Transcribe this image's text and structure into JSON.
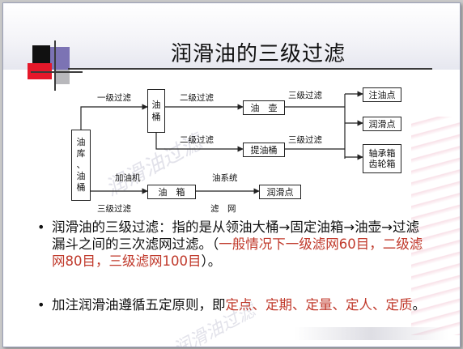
{
  "title": "润滑油的三级过滤",
  "watermark": "润滑油过滤",
  "diagram": {
    "nodes": {
      "oil_depot": [
        "油",
        "库",
        "、",
        "油",
        "桶"
      ],
      "oil_barrel": [
        "油",
        "桶"
      ],
      "oil_pot": "油　壶",
      "lift_barrel": "提油桶",
      "oil_tank": "油　箱",
      "lube_point_bottom": "润滑点",
      "injection_point": "注油点",
      "lube_point_right": "润滑点",
      "bearing_box": [
        "轴承箱",
        "齿轮箱"
      ]
    },
    "labels": {
      "first_filter": "一级过滤",
      "second_filter_top": "二级过滤",
      "third_filter_top": "三级过滤",
      "second_filter_mid": "二级过滤",
      "third_filter_mid": "三级过滤",
      "refuel_machine": "加油机",
      "oil_system": "油系统",
      "third_filter_bottom": "三级过滤",
      "filter_screen": "滤　网"
    }
  },
  "bullets": [
    {
      "dot": "•",
      "part1": "润滑油的三级过滤：指的是从领油大桶→固定油箱→油壶→过滤漏斗之间的三次滤网过滤。（",
      "highlight": "一般情况下一级滤网60目，二级滤网80目，三级滤网100目",
      "part2": "）。"
    },
    {
      "dot": "•",
      "part1": "加注润滑油遵循五定原则，即",
      "highlight": "定点、定期、定量、定人、定质",
      "part2": "。"
    }
  ],
  "colors": {
    "highlight": "#c0392b",
    "logo_red": "#e5182a",
    "logo_purple": "#7c73b4",
    "logo_black": "#111111"
  }
}
